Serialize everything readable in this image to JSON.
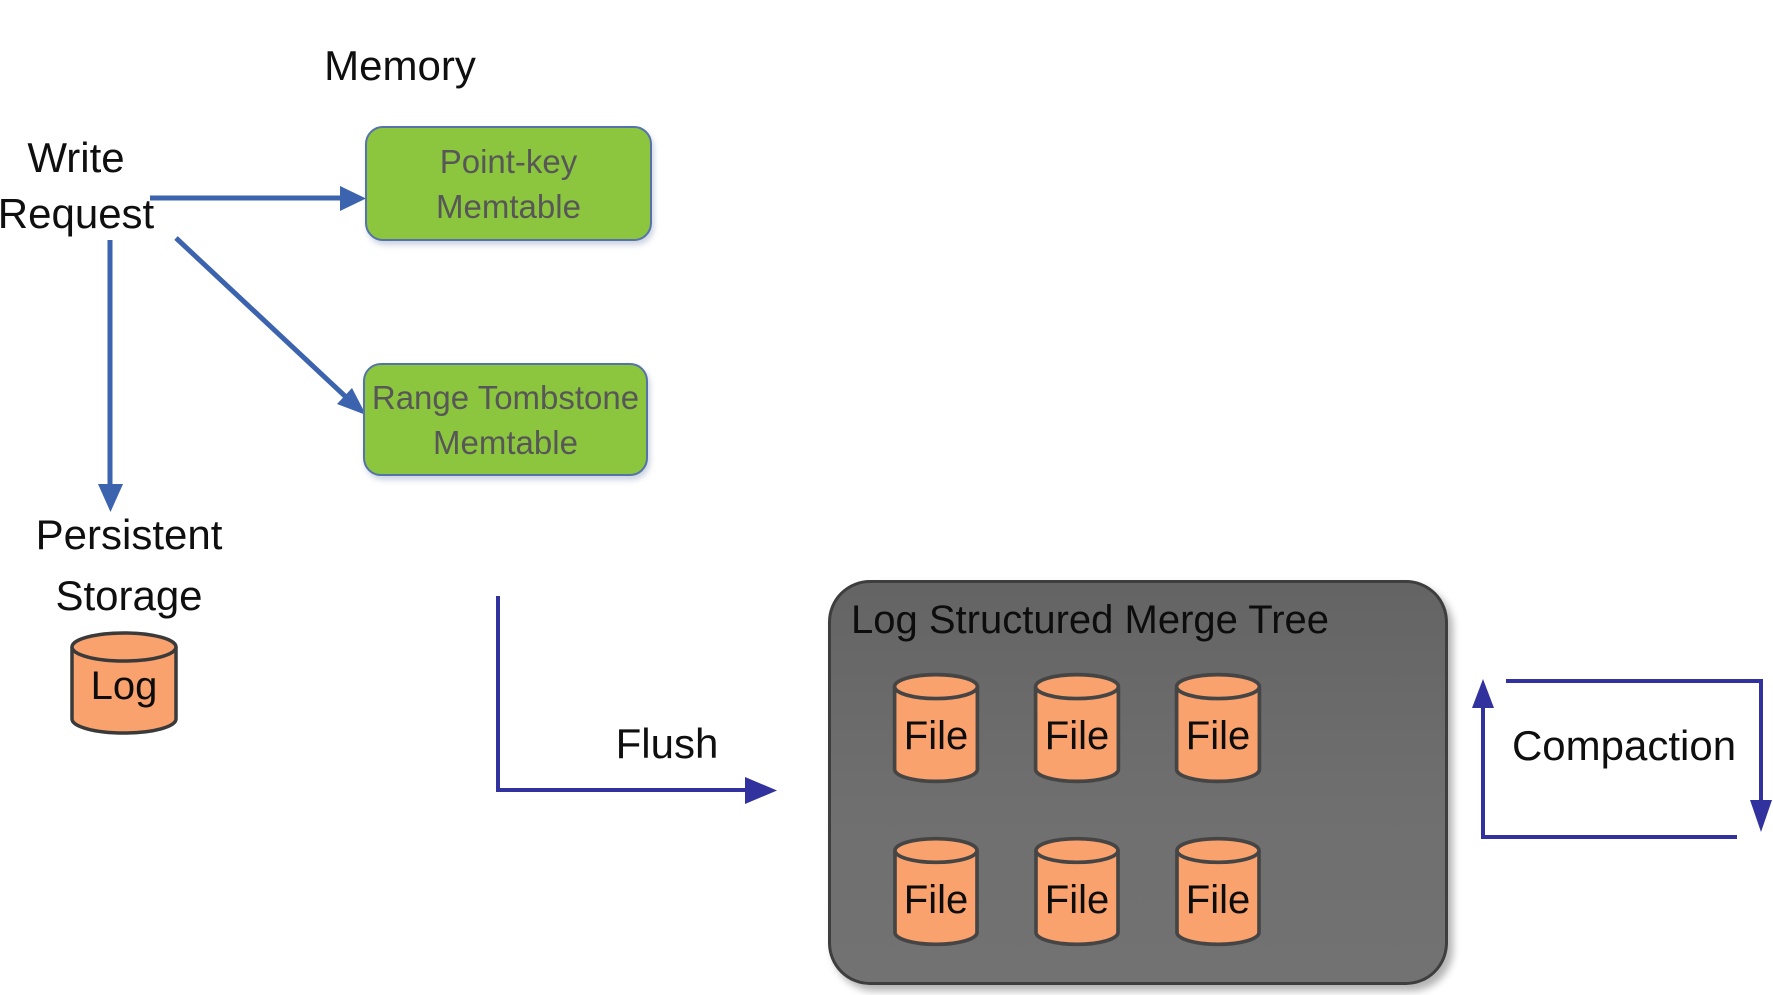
{
  "diagram": {
    "memory_label": "Memory",
    "write_request": {
      "line1": "Write",
      "line2": "Request"
    },
    "persistent_storage": {
      "line1": "Persistent",
      "line2": "Storage"
    },
    "log_label": "Log",
    "flush_label": "Flush",
    "compaction_label": "Compaction",
    "memtables": [
      {
        "line1": "Point-key",
        "line2": "Memtable"
      },
      {
        "line1": "Range Tombstone",
        "line2": "Memtable"
      }
    ],
    "lsm": {
      "title": "Log Structured Merge Tree",
      "files": [
        "File",
        "File",
        "File",
        "File",
        "File",
        "File"
      ]
    },
    "colors": {
      "memtable_fill": "#8CC63F",
      "memtable_border": "#5573A9",
      "memtable_text": "#575757",
      "cylinder_fill": "#F9A26D",
      "cylinder_border": "#454545",
      "lsm_box_fill": "#6D6D6D",
      "lsm_box_border": "#3E3E3E",
      "write_arrow_color": "#3C63AE",
      "flush_compaction_arrow_color": "#32329E",
      "text_color": "#111111"
    }
  }
}
